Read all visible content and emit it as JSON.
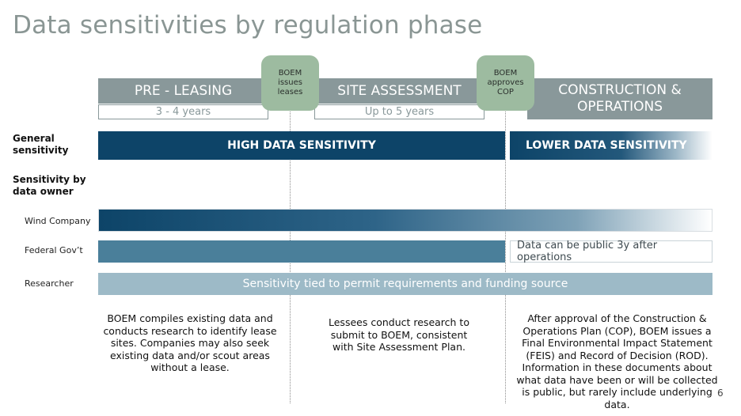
{
  "title": "Data sensitivities by regulation phase",
  "phases": [
    {
      "label": "PRE - LEASING",
      "duration": "3 - 4 years"
    },
    {
      "label": "SITE ASSESSMENT",
      "duration": "Up to 5 years"
    },
    {
      "label": "CONSTRUCTION & OPERATIONS",
      "duration": ""
    }
  ],
  "milestones": [
    {
      "label": "BOEM issues leases"
    },
    {
      "label": "BOEM approves COP"
    }
  ],
  "rows": {
    "general_label": "General sensitivity",
    "general_high": "HIGH DATA SENSITIVITY",
    "general_low": "LOWER DATA SENSITIVITY",
    "by_owner_label": "Sensitivity by data owner",
    "wind_label": "Wind Company",
    "federal_label": "Federal Gov’t",
    "federal_note": "Data can be public 3y after operations",
    "researcher_label": "Researcher",
    "researcher_bar": "Sensitivity tied to permit requirements and funding source"
  },
  "descriptions": {
    "pre_leasing": "BOEM compiles existing data and conducts research to identify lease sites.  Companies may also seek existing data and/or scout areas without a lease.",
    "site_assessment": "Lessees conduct research to submit to BOEM, consistent with Site Assessment Plan.",
    "construction": "After approval of the Construction & Operations Plan (COP), BOEM issues a Final Environmental Impact Statement (FEIS) and Record of Decision (ROD). Information in these documents about what data have been or will be collected is public, but rarely include underlying data."
  },
  "page_number": "6",
  "colors": {
    "dark_navy": "#0d4468",
    "phase_gray": "#89989a",
    "badge_green": "#9dbba0",
    "federal_blue": "#4a7f9a",
    "researcher_blue": "#9dbac7"
  }
}
